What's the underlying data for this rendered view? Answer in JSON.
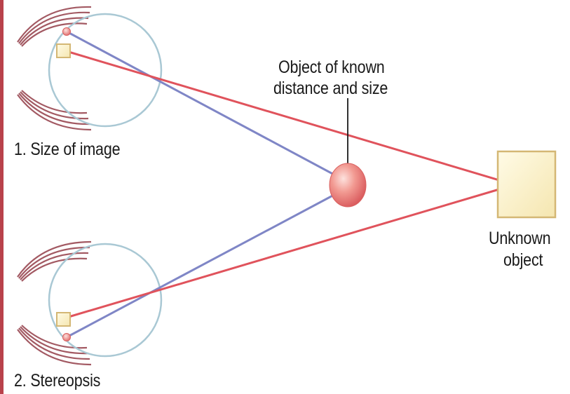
{
  "labels": {
    "eye1": "1. Size of image",
    "eye2": "2. Stereopsis",
    "known_line1": "Object of known",
    "known_line2": "distance and size",
    "unknown_line1": "Unknown",
    "unknown_line2": "object"
  },
  "colors": {
    "border": "#b9424b",
    "eye_outline": "#a9c8d4",
    "lash": "#a35a63",
    "blue_ray": "#7f86c6",
    "red_ray": "#e0535c",
    "square_fill": "#fbf1c8",
    "square_stroke": "#d4b774",
    "sphere": "#e8736f"
  },
  "icons": [
    "eye-icon",
    "eyelash-icon",
    "sphere-icon",
    "square-object-icon"
  ]
}
